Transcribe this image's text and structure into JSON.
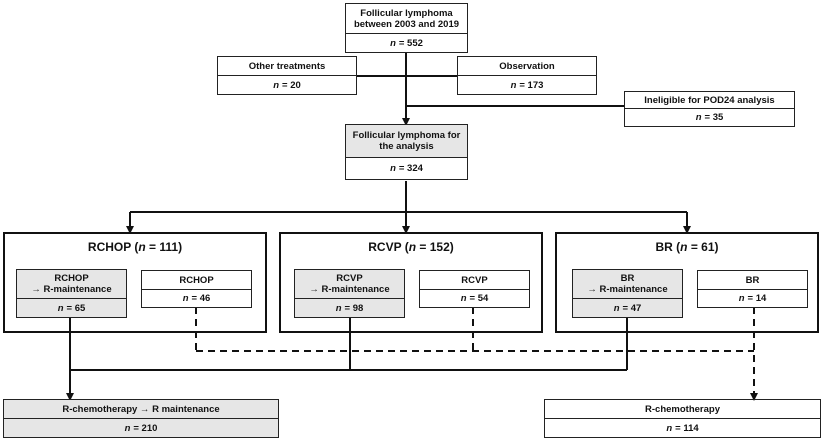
{
  "top": {
    "label": "Follicular lymphoma\nbetween 2003 and 2019",
    "n": "= 552"
  },
  "other": {
    "label": "Other treatments",
    "n": "= 20"
  },
  "observation": {
    "label": "Observation",
    "n": "= 173"
  },
  "ineligible": {
    "label": "Ineligible for POD24 analysis",
    "n": "= 35"
  },
  "analysis": {
    "label": "Follicular lymphoma for\nthe analysis",
    "n": "= 324"
  },
  "groups": {
    "rchop": {
      "name": "RCHOP (",
      "n": "= 111)",
      "maint": {
        "label": "RCHOP\n→ R-maintenance",
        "n": "= 65"
      },
      "plain": {
        "label": "RCHOP",
        "n": "= 46"
      }
    },
    "rcvp": {
      "name": "RCVP (",
      "n": "= 152)",
      "maint": {
        "label": "RCVP\n→ R-maintenance",
        "n": "= 98"
      },
      "plain": {
        "label": "RCVP",
        "n": "= 54"
      }
    },
    "br": {
      "name": "BR (",
      "n": "= 61)",
      "maint": {
        "label": "BR\n→ R-maintenance",
        "n": "= 47"
      },
      "plain": {
        "label": "BR",
        "n": "= 14"
      }
    }
  },
  "outcome_maint": {
    "label": "R-chemotherapy → R maintenance",
    "n": "= 210"
  },
  "outcome_chemo": {
    "label": "R-chemotherapy",
    "n": "= 114"
  },
  "n_symbol": "n",
  "colors": {
    "shade": "#e6e6e6",
    "line": "#111111"
  }
}
